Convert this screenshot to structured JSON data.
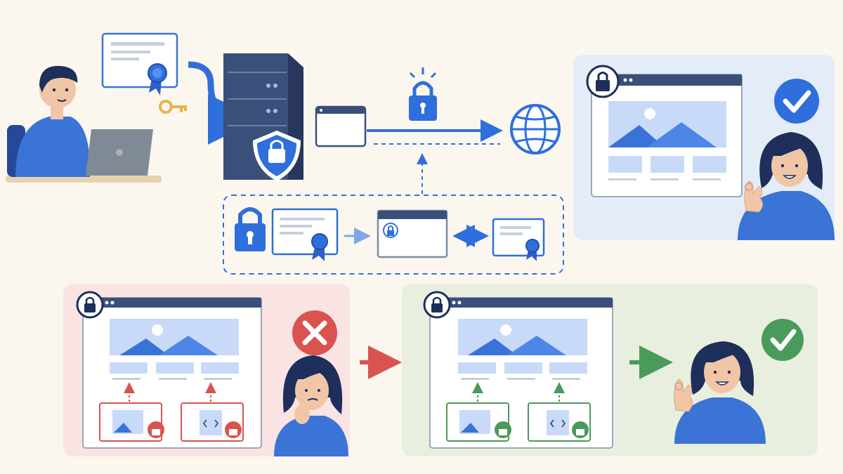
{
  "scene": {
    "steps": [
      {
        "id": "install-certificate",
        "actor": "developer",
        "objects": [
          "ssl-certificate",
          "private-key",
          "web-server"
        ]
      },
      {
        "id": "secure-connection",
        "objects": [
          "browser-window",
          "padlock",
          "globe"
        ]
      },
      {
        "id": "certificate-chain-verification",
        "objects": [
          "padlock",
          "certificate",
          "browser-window",
          "certificate"
        ]
      },
      {
        "id": "secure-site-loaded",
        "actor": "satisfied-user",
        "status": "success"
      },
      {
        "id": "mixed-content-blocked",
        "actor": "confused-user",
        "status": "error"
      },
      {
        "id": "all-resources-secure",
        "actor": "happy-user",
        "status": "success"
      }
    ]
  },
  "colors": {
    "background": "#fbf7ef",
    "primary_blue": "#2f6fdb",
    "navy": "#3a4f7a",
    "light_blue": "#c9daf8",
    "error_red": "#d9534f",
    "error_panel": "#f9e3e3",
    "success_green": "#4a9a5c",
    "success_panel": "#e8efdf",
    "key_gold": "#e8b44c"
  },
  "icons": [
    "certificate-icon",
    "key-icon",
    "server-icon",
    "shield-lock-icon",
    "padlock-icon",
    "globe-icon",
    "check-icon",
    "cross-icon",
    "image-file-icon",
    "code-file-icon"
  ]
}
